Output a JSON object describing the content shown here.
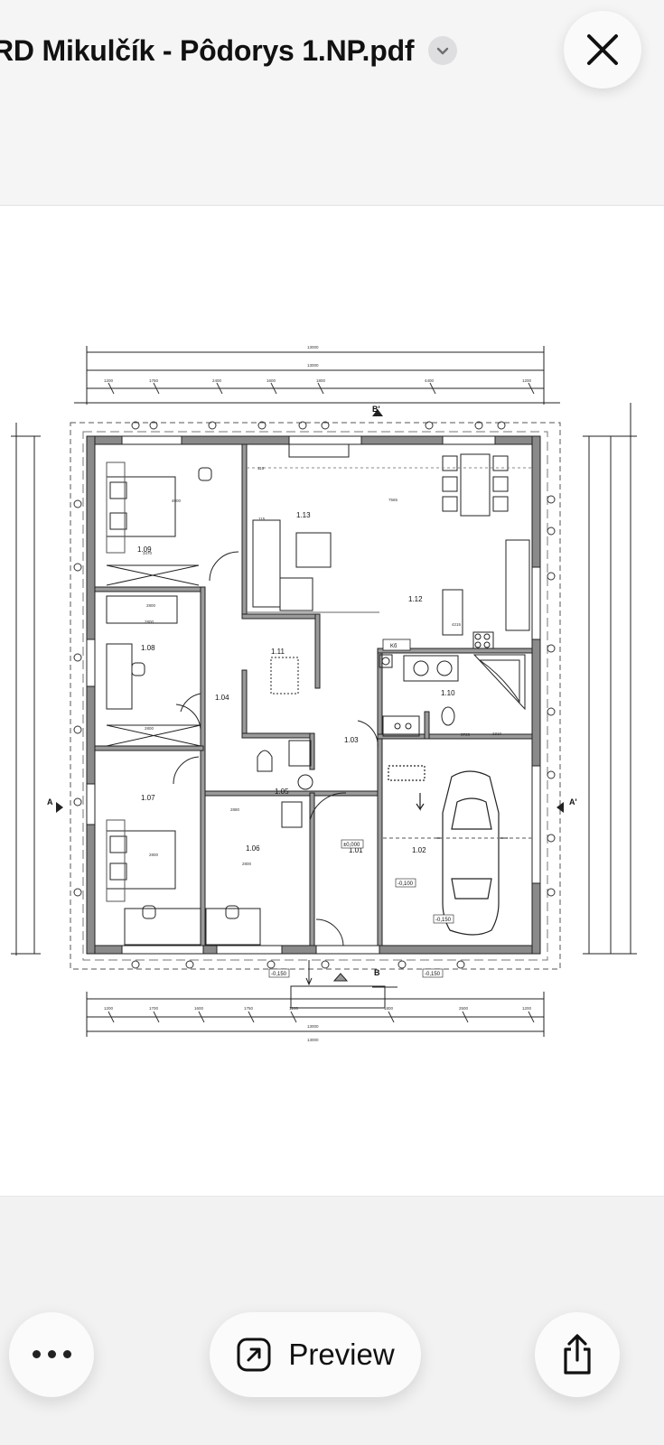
{
  "header": {
    "title": "RD Mikulčík - Pôdorys 1.NP.pdf",
    "chevron_icon": "chevron-down-icon",
    "close_icon": "close-icon"
  },
  "document": {
    "rooms": [
      {
        "id": "1.01"
      },
      {
        "id": "1.02"
      },
      {
        "id": "1.03"
      },
      {
        "id": "1.04"
      },
      {
        "id": "1.05"
      },
      {
        "id": "1.06"
      },
      {
        "id": "1.07"
      },
      {
        "id": "1.08"
      },
      {
        "id": "1.09"
      },
      {
        "id": "1.10"
      },
      {
        "id": "1.11"
      },
      {
        "id": "1.12"
      },
      {
        "id": "1.13"
      }
    ],
    "section_labels": {
      "b_top": "B'",
      "b_bottom": "B",
      "a_left": "A",
      "a_right": "A'"
    },
    "appliance_label": "Kб",
    "level_labels": [
      "±0,000",
      "-0,100",
      "-0,150",
      "-0,150",
      "-0,150"
    ]
  },
  "toolbar": {
    "more_icon": "ellipsis-icon",
    "preview_label": "Preview",
    "preview_icon": "open-external-icon",
    "share_icon": "share-icon"
  }
}
